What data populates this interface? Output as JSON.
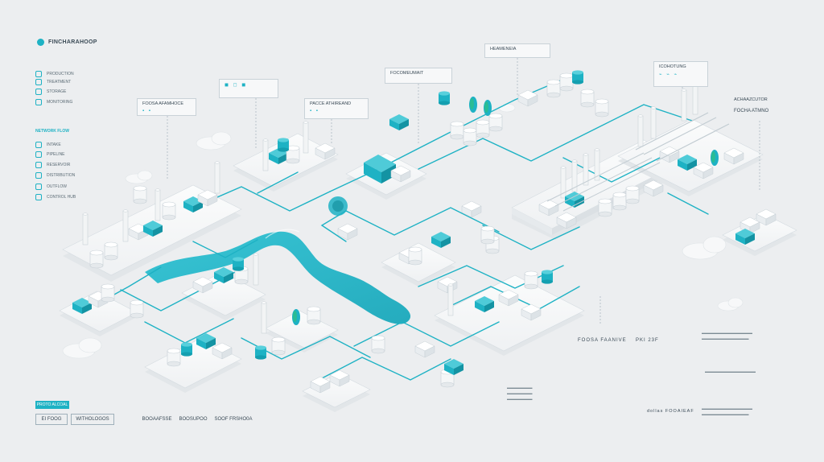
{
  "brand": {
    "title": "FINCHARAHOOP"
  },
  "legend": {
    "group1": [
      "PRODUCTION",
      "TREATMENT",
      "STORAGE",
      "MONITORING"
    ],
    "group2_title": "NETWORK FLOW",
    "group2": [
      "INTAKE",
      "PIPELINE",
      "RESERVOIR",
      "DISTRIBUTION",
      "OUTFLOW",
      "CONTROL HUB"
    ]
  },
  "callouts": {
    "c1": "FOOSA AFAMHOCE",
    "c2": "PACCE ATHIREAND",
    "c3": "FOCOMEUMAIT",
    "c4": "HEAMENEIA",
    "c5": "ICOHOTUNG",
    "c6": "ACHAAZCUTOR",
    "c7": "FOOSA FAANIVE",
    "c8": "FOCHA ATMNO"
  },
  "metric": {
    "label": "FOOSA FAANIVE",
    "value": "PKI 23F"
  },
  "buttons": {
    "primary": "PROTO ALCOAL",
    "b1": "EI FOOG",
    "b2": "WITHOLOGOS",
    "b3": "BOOAAFSSE",
    "b4": "BOOSUPOO",
    "b5": "SOOF FRSHO0A"
  },
  "footer": {
    "brand": "dollas FOOAIEAF"
  },
  "colors": {
    "accent": "#1eb2c4",
    "background": "#eceef0",
    "platform": "#f6f7f8"
  }
}
